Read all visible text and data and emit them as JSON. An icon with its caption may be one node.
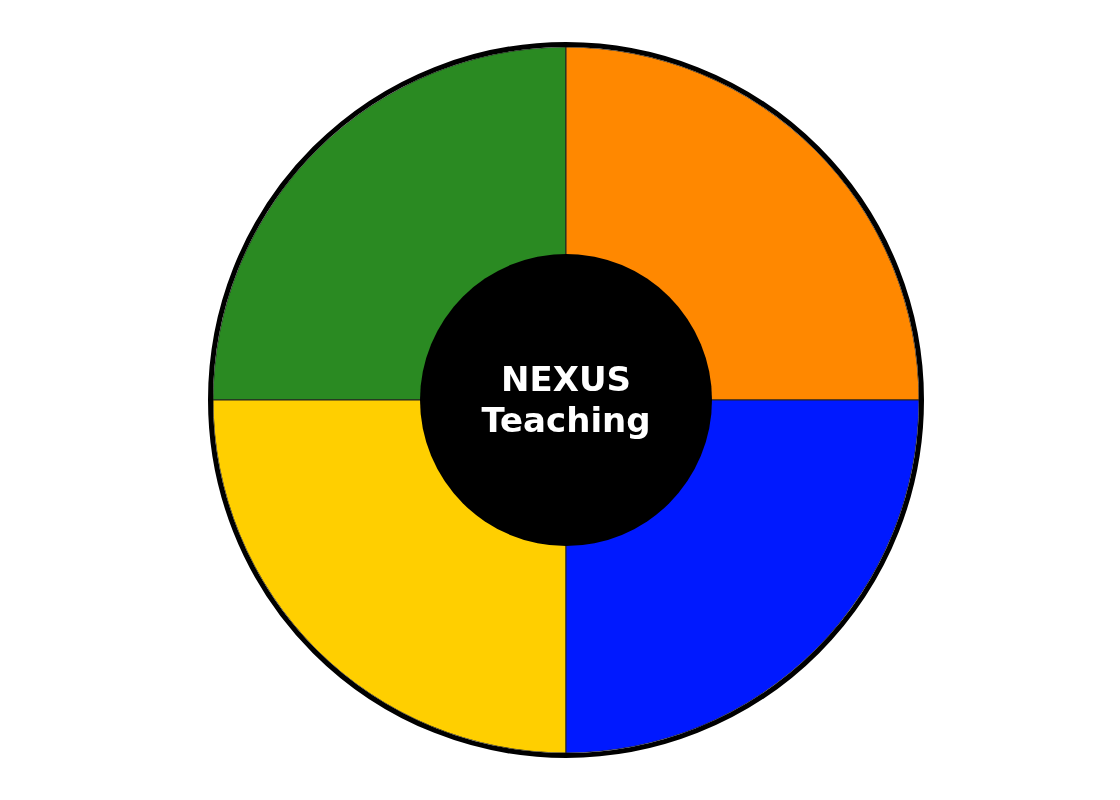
{
  "diagram": {
    "nodes": [
      {
        "text": [],
        "shape": "circle"
      },
      {
        "text": [],
        "shape": "sector",
        "in": 0
      },
      {
        "text": [],
        "shape": "sector",
        "in": 0
      },
      {
        "text": [],
        "shape": "sector",
        "in": 0
      },
      {
        "text": [],
        "shape": "sector",
        "in": 0
      },
      {
        "text": [
          "NEXUS Teaching"
        ],
        "in": 0
      }
    ]
  }
}
